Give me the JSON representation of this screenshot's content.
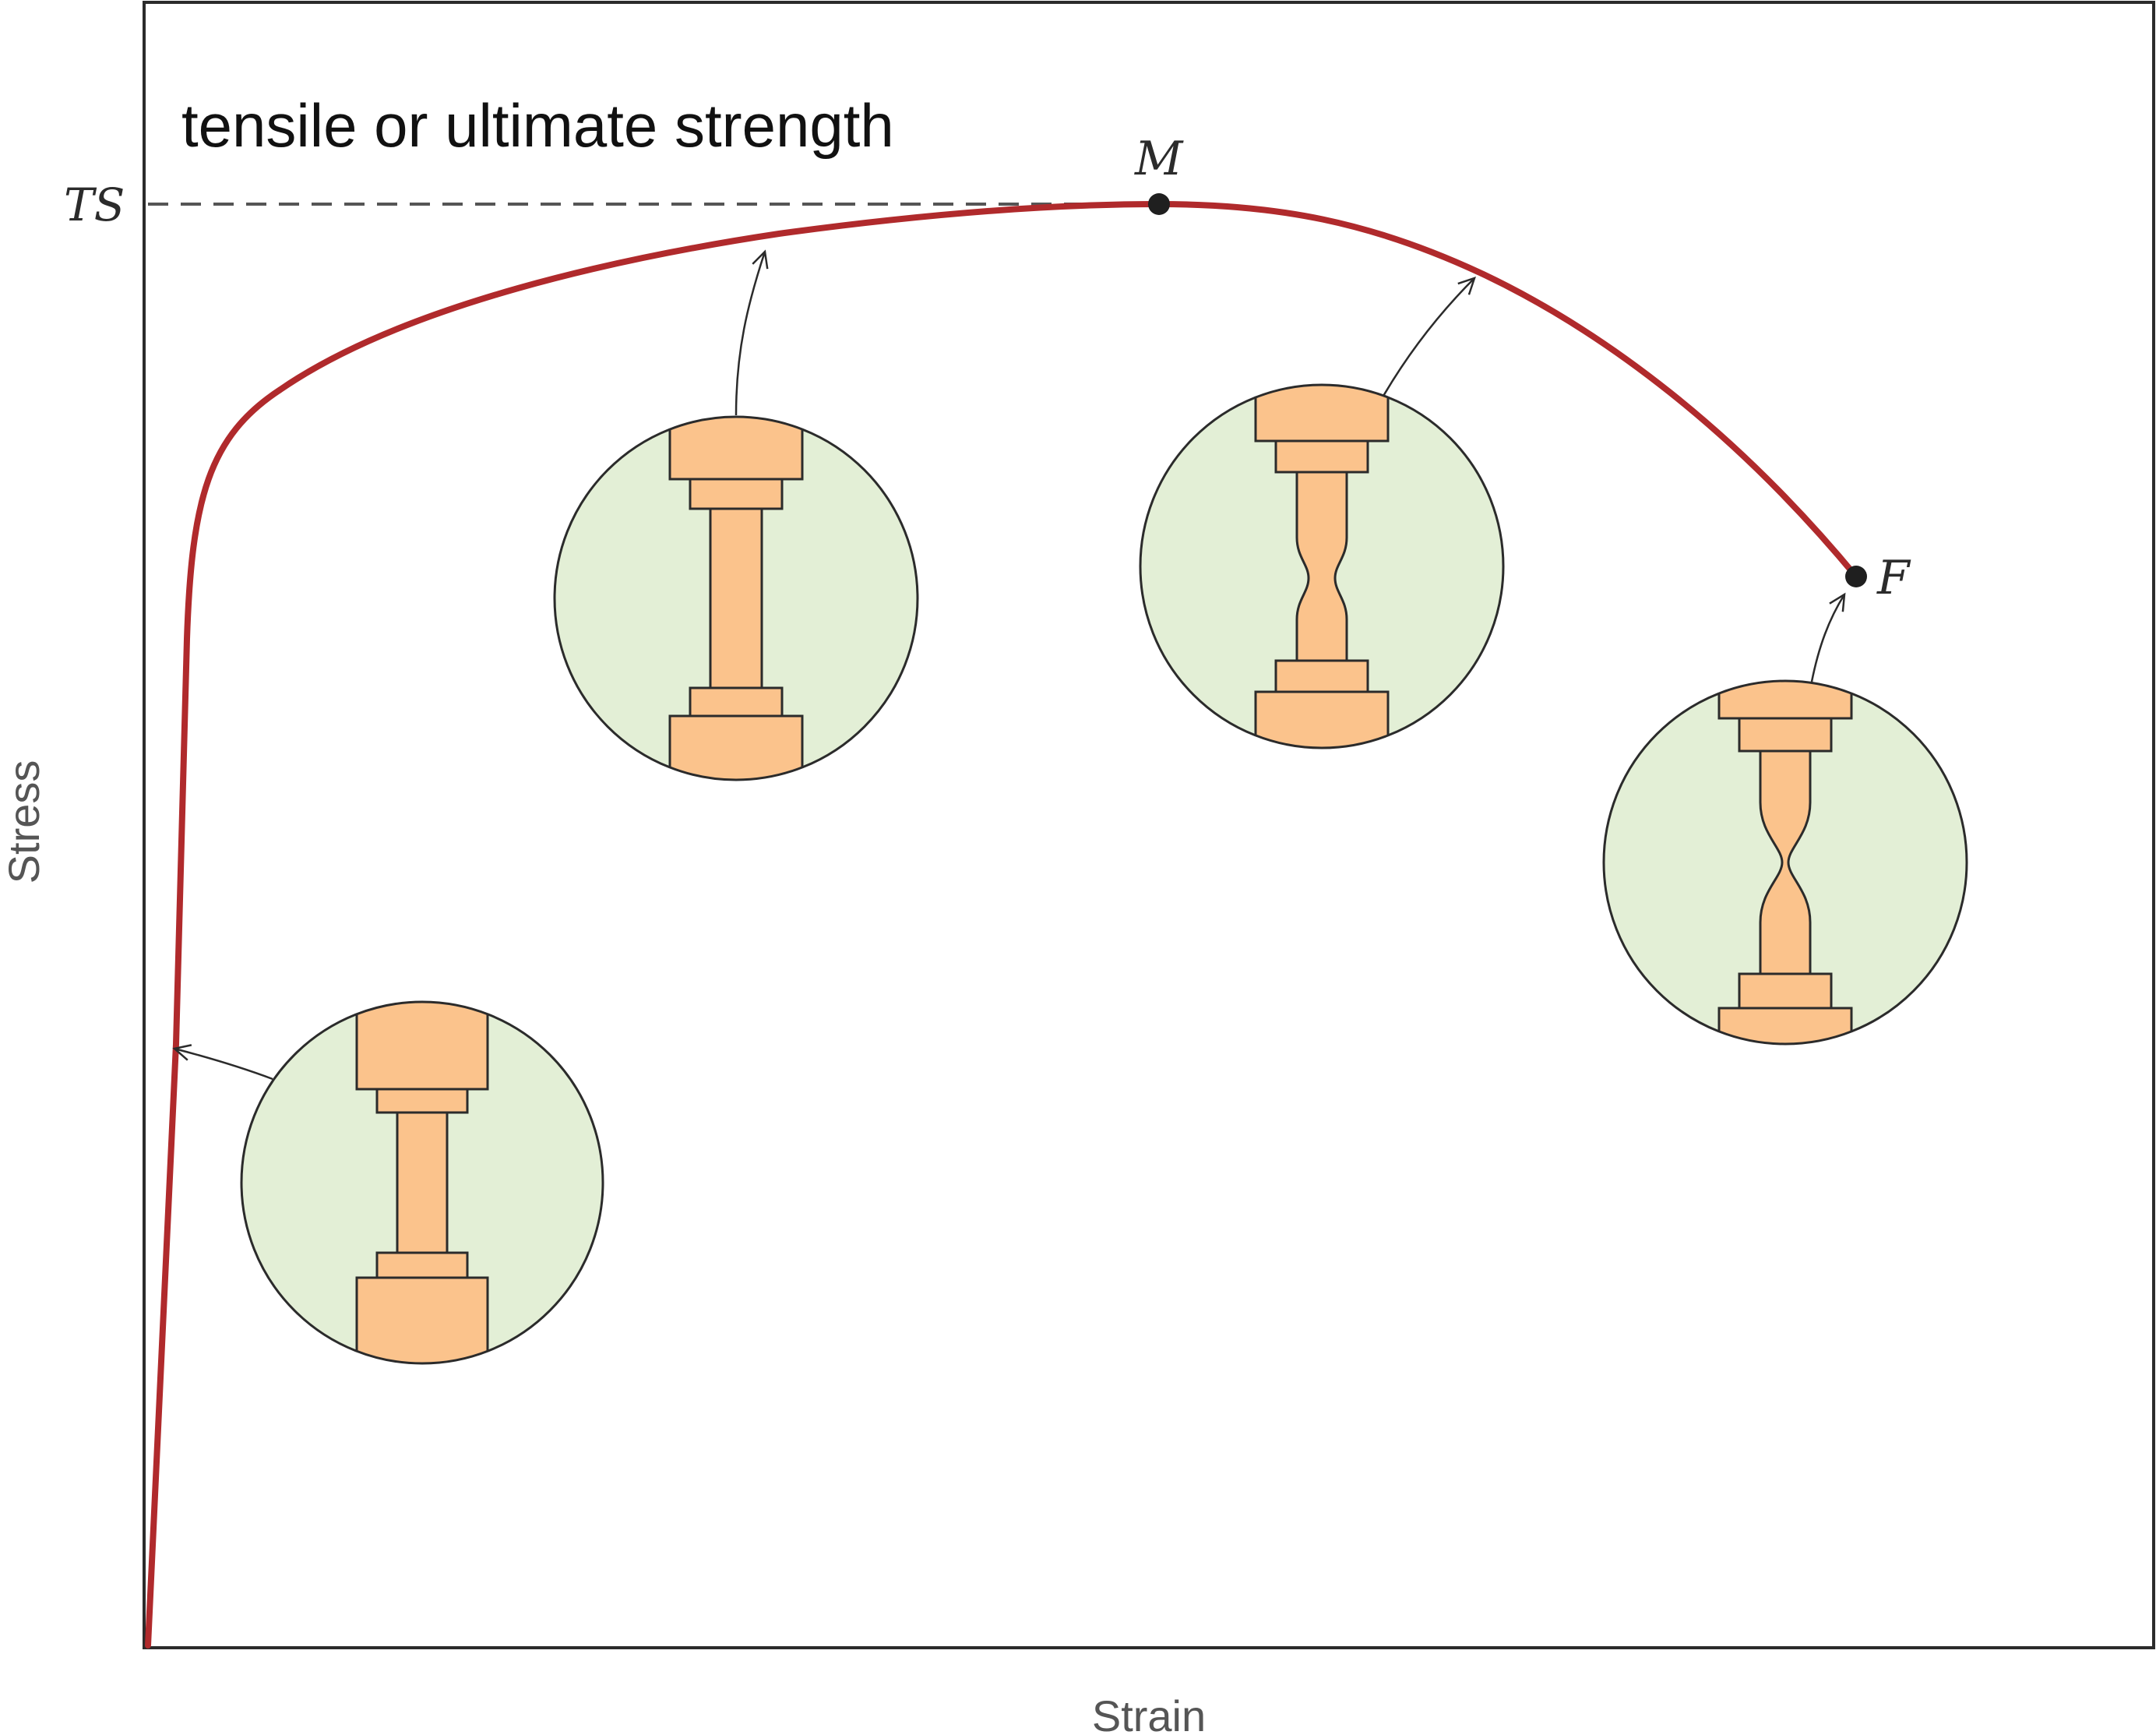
{
  "annotation": "tensile or ultimate strength",
  "y_tick_label": "TS",
  "points": {
    "max": "M",
    "fracture": "F"
  },
  "axes": {
    "x_label": "Strain",
    "y_label": "Stress"
  },
  "colors": {
    "curve": "#b02a2c",
    "specimen_fill": "#fbc38c",
    "inset_fill": "#e3efd6",
    "outline": "#2b2b2b",
    "dashed_line": "#555555",
    "axis_label": "#555555"
  },
  "insets": [
    {
      "name": "elastic-specimen-inset",
      "stage": "uniform"
    },
    {
      "name": "plastic-specimen-inset",
      "stage": "uniform elongated"
    },
    {
      "name": "necking-specimen-inset",
      "stage": "necking"
    },
    {
      "name": "fracture-specimen-inset",
      "stage": "near fracture"
    }
  ]
}
